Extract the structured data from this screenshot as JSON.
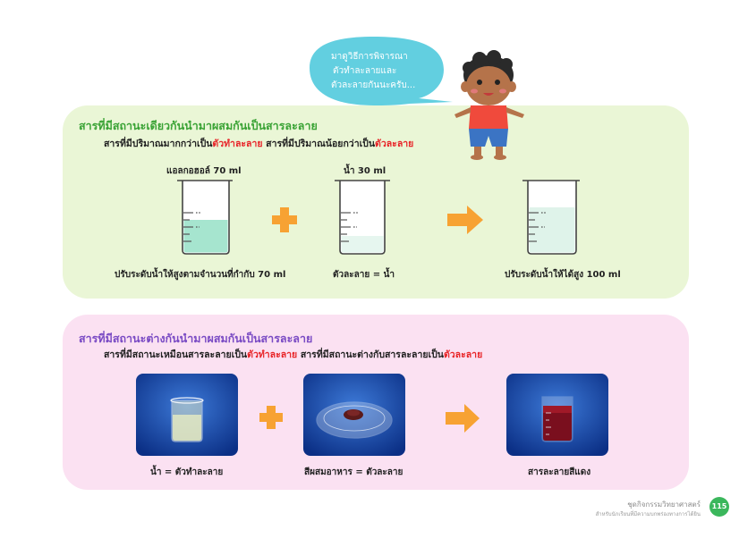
{
  "speech_bubble": {
    "line1": "มาดูวิธีการพิจารณา",
    "line2": "ตัวทำละลายและ",
    "line3": "ตัวละลายกันนะครับ..."
  },
  "section1": {
    "title": "สารที่มีสถานะเดียวกันนำมาผสมกันเป็นสารละลาย",
    "sub_a": "สารที่มีปริมาณมากกว่าเป็น",
    "sub_a_red": "ตัวทำละลาย",
    "sub_b": " สารที่มีปริมาณน้อยกว่าเป็น",
    "sub_b_red": "ตัวละลาย",
    "beaker1_top": "แอลกอฮอล์ 70 ml",
    "beaker1_bottom": "ปรับระดับน้ำให้สูงตามจำนวนที่กำกับ 70 ml",
    "beaker2_top": "น้ำ 30 ml",
    "beaker2_bottom": "ตัวละลาย = น้ำ",
    "beaker3_bottom": "ปรับระดับน้ำให้ได้สูง 100 ml"
  },
  "section2": {
    "title": "สารที่มีสถานะต่างกันนำมาผสมกันเป็นสารละลาย",
    "sub_a": "สารที่มีสถานะเหมือนสารละลายเป็น",
    "sub_a_red": "ตัวทำละลาย",
    "sub_b": " สารที่มีสถานะต่างกับสารละลายเป็น",
    "sub_b_red": "ตัวละลาย",
    "photo1_label": "น้ำ = ตัวทำละลาย",
    "photo2_label": "สีผสมอาหาร = ตัวละลาย",
    "photo3_label": "สารละลายสีแดง"
  },
  "footer": {
    "book": "ชุดกิจกรรมวิทยาศาสตร์",
    "subtitle": "สำหรับนักเรียนที่มีความบกพร่องทางการได้ยิน",
    "page": "115"
  },
  "colors": {
    "section1_title": "#3aa335",
    "section2_title": "#7a4bc4",
    "accent_red": "#e8262a",
    "plus_orange": "#f7a233",
    "bubble": "#62cfe0"
  },
  "icons": [
    "plus-icon",
    "arrow-right-icon",
    "beaker-icon",
    "boy-character-icon"
  ]
}
